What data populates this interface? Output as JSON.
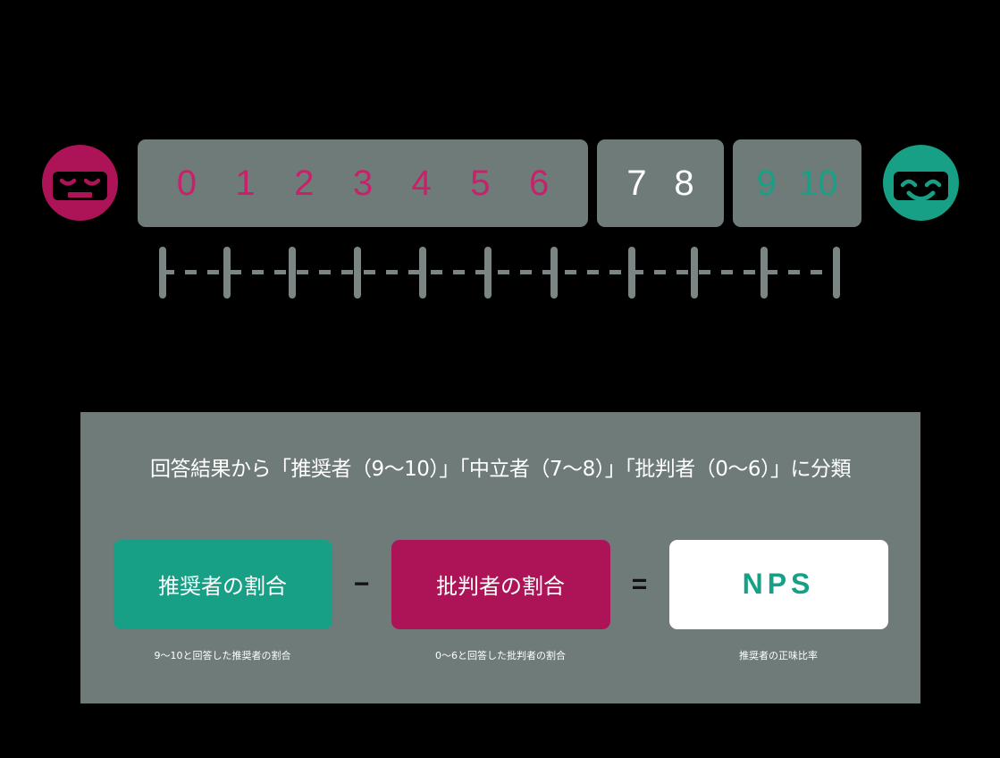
{
  "scale": {
    "sad_face_icon": "frowning-face-icon",
    "happy_face_icon": "smiling-face-icon",
    "groups": [
      {
        "name": "detractors",
        "label_color": "#c8216a",
        "numbers": [
          "0",
          "1",
          "2",
          "3",
          "4",
          "5",
          "6"
        ]
      },
      {
        "name": "passives",
        "label_color": "#ffffff",
        "numbers": [
          "7",
          "8"
        ]
      },
      {
        "name": "promoters",
        "label_color": "#17a085",
        "numbers": [
          "9",
          "10"
        ]
      }
    ],
    "box_background": "#6f7b79",
    "tick_count": 11,
    "tick_color": "#7b8583"
  },
  "panel": {
    "background": "#6f7b79",
    "classification_text": "回答結果から「推奨者（9〜10）」「中立者（7〜8）」「批判者（0〜6）」に分類",
    "formula": {
      "promoter_label": "推奨者の割合",
      "promoter_color": "#17a085",
      "minus_operator": "−",
      "detractor_label": "批判者の割合",
      "detractor_color": "#ad1457",
      "equals_operator": "=",
      "result_label": "NPS",
      "result_color": "#17a085",
      "result_background": "#ffffff"
    },
    "captions": {
      "promoter_caption": "9〜10と回答した推奨者の割合",
      "detractor_caption": "0〜6と回答した批判者の割合",
      "result_caption": "推奨者の正味比率"
    }
  }
}
